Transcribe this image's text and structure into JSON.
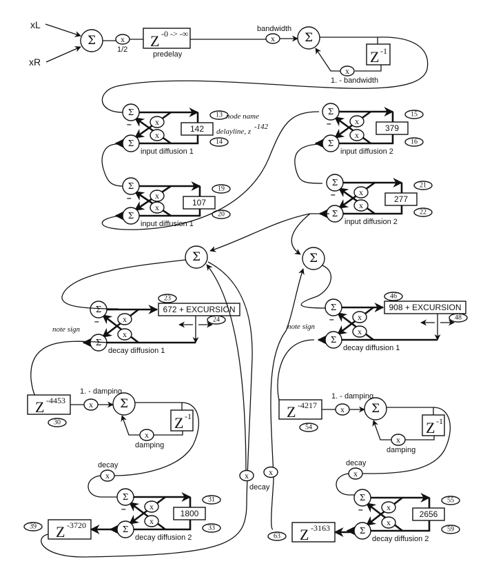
{
  "diagram": {
    "title": "Plate-class reverberator signal flow",
    "inputs": {
      "left": "xL",
      "right": "xR"
    },
    "symbols": {
      "sum": "Σ",
      "mult": "x",
      "z": "Z",
      "minus": "–"
    },
    "input_stage": {
      "gain_label": "1/2",
      "predelay_exp": "-0 -> -∞",
      "predelay_label": "predelay",
      "bandwidth_label": "bandwidth",
      "one_minus_bandwidth_label": "1. - bandwidth",
      "unit_delay_exp": "-1"
    },
    "legend": {
      "node_name": "node name",
      "delayline_text": "delayline, z",
      "delayline_exp": "-142"
    },
    "input_diffusers": [
      {
        "label": "input diffusion 1",
        "delay": "142",
        "tag_top": "13",
        "tag_bottom": "14"
      },
      {
        "label": "input diffusion 1",
        "delay": "107",
        "tag_top": "19",
        "tag_bottom": "20"
      },
      {
        "label": "input diffusion 2",
        "delay": "379",
        "tag_top": "15",
        "tag_bottom": "16"
      },
      {
        "label": "input diffusion 2",
        "delay": "277",
        "tag_top": "21",
        "tag_bottom": "22"
      }
    ],
    "tanks": [
      {
        "decay_diffusion_1": {
          "label": "decay diffusion 1",
          "delay": "672 + EXCURSION",
          "tag_top": "23",
          "tag_bottom": "24",
          "note": "note sign"
        },
        "delay_a": {
          "exp": "-4453",
          "tag": "30"
        },
        "damping": {
          "one_minus_label": "1. - damping",
          "label": "damping",
          "unit_exp": "-1"
        },
        "decay_label": "decay",
        "decay_diffusion_2": {
          "label": "decay diffusion 2",
          "delay": "1800",
          "tag_top": "31",
          "tag_bottom": "33"
        },
        "delay_b": {
          "exp": "-3720",
          "tag": "39"
        }
      },
      {
        "decay_diffusion_1": {
          "label": "decay diffusion 1",
          "delay": "908 + EXCURSION",
          "tag_top": "46",
          "tag_bottom": "48",
          "note": "note sign"
        },
        "delay_a": {
          "exp": "-4217",
          "tag": "54"
        },
        "damping": {
          "one_minus_label": "1. - damping",
          "label": "damping",
          "unit_exp": "-1"
        },
        "decay_label": "decay",
        "decay_diffusion_2": {
          "label": "decay diffusion 2",
          "delay": "2656",
          "tag_top": "55",
          "tag_bottom": "59"
        },
        "delay_b": {
          "exp": "-3163",
          "tag": "63"
        }
      }
    ],
    "cross_feedback_label": "decay"
  }
}
